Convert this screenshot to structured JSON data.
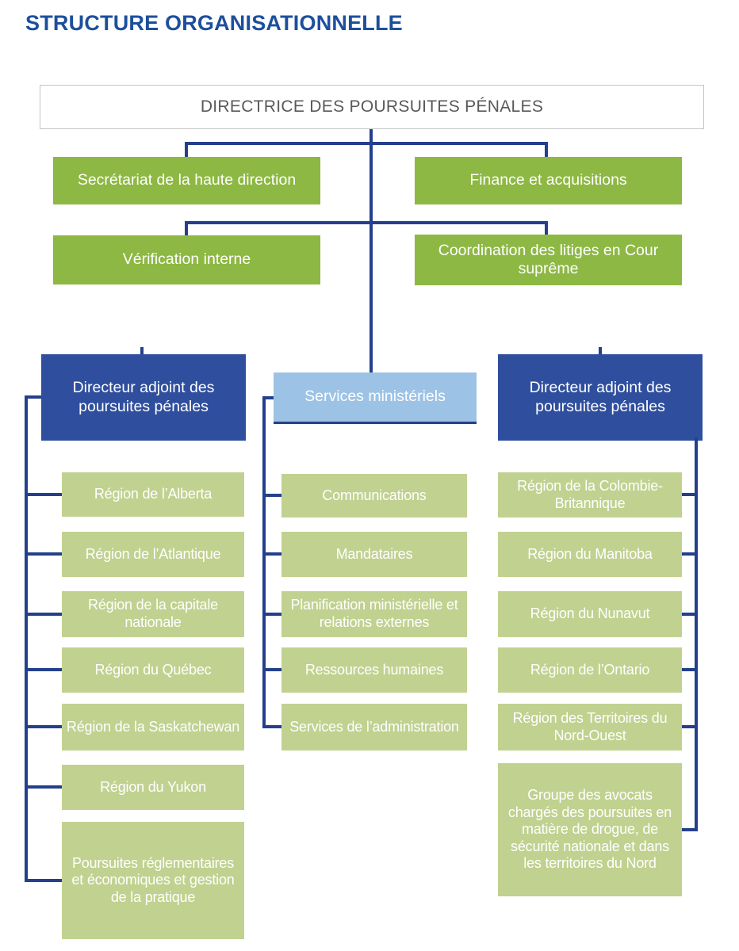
{
  "page_title": "STRUCTURE ORGANISATIONNELLE",
  "chart": {
    "root": "DIRECTRICE DES POURSUITES PÉNALES",
    "level2": [
      {
        "label": "Secrétariat de la haute direction"
      },
      {
        "label": "Finance et acquisitions"
      },
      {
        "label": "Vérification interne"
      },
      {
        "label": "Coordination des litiges en Cour suprême"
      }
    ],
    "branches": {
      "left": {
        "head": "Directeur adjoint des poursuites pénales",
        "items": [
          {
            "label": "Région de l’Alberta"
          },
          {
            "label": "Région de l’Atlantique"
          },
          {
            "label": "Région de la capitale nationale"
          },
          {
            "label": "Région du Québec"
          },
          {
            "label": "Région de la Saskatchewan"
          },
          {
            "label": "Région du Yukon"
          },
          {
            "label": "Poursuites réglementaires et économiques et gestion de la pratique"
          }
        ]
      },
      "center": {
        "head": "Services ministériels",
        "items": [
          {
            "label": "Communications"
          },
          {
            "label": "Mandataires"
          },
          {
            "label": "Planification ministérielle et relations externes"
          },
          {
            "label": "Ressources humaines"
          },
          {
            "label": "Services de l’administration"
          }
        ]
      },
      "right": {
        "head": "Directeur adjoint des poursuites pénales",
        "items": [
          {
            "label": "Région de la Colombie-Britannique"
          },
          {
            "label": "Région du Manitoba"
          },
          {
            "label": "Région du Nunavut"
          },
          {
            "label": "Région de l’Ontario"
          },
          {
            "label": "Région des Territoires du Nord-Ouest"
          },
          {
            "label": "Groupe des avocats chargés des poursuites en matière de drogue, de sécurité nationale et dans les territoires du Nord"
          }
        ]
      }
    }
  },
  "colors": {
    "title_blue": "#1D4F9C",
    "connector_navy": "#24408C",
    "green": "#8DB843",
    "light_green": "#C1D190",
    "dark_blue": "#2F4F9E",
    "light_blue": "#9CC3E5",
    "root_text": "#58595B"
  }
}
